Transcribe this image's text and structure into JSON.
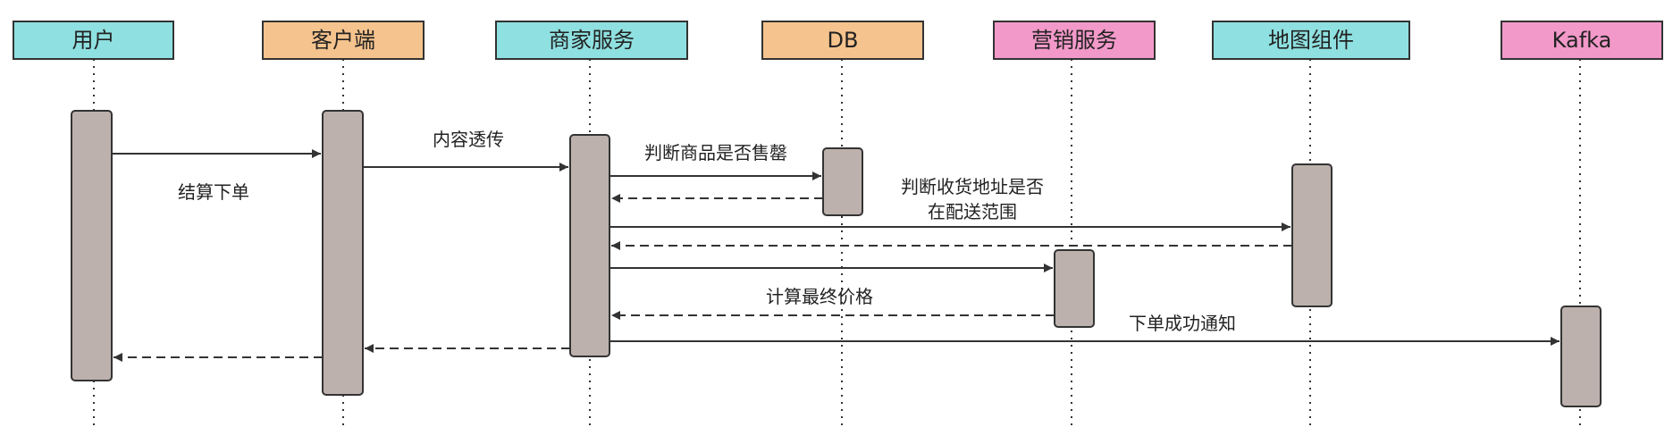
{
  "participants": [
    {
      "id": "user",
      "label": "用户",
      "color": "#8fe0e0"
    },
    {
      "id": "client",
      "label": "客户端",
      "color": "#f5c38d"
    },
    {
      "id": "merchant",
      "label": "商家服务",
      "color": "#8fe0e0"
    },
    {
      "id": "db",
      "label": "DB",
      "color": "#f5c38d"
    },
    {
      "id": "marketing",
      "label": "营销服务",
      "color": "#f299c9"
    },
    {
      "id": "map",
      "label": "地图组件",
      "color": "#8fe0e0"
    },
    {
      "id": "kafka",
      "label": "Kafka",
      "color": "#f299c9"
    }
  ],
  "messages": [
    {
      "id": "checkout",
      "from": "user",
      "to": "client",
      "kind": "sync",
      "label": "结算下单"
    },
    {
      "id": "passthrough",
      "from": "client",
      "to": "merchant",
      "kind": "sync",
      "label": "内容透传"
    },
    {
      "id": "check-stock",
      "from": "merchant",
      "to": "db",
      "kind": "sync",
      "label": "判断商品是否售罄"
    },
    {
      "id": "stock-return",
      "from": "db",
      "to": "merchant",
      "kind": "return",
      "label": ""
    },
    {
      "id": "check-address",
      "from": "merchant",
      "to": "map",
      "kind": "sync",
      "label": "判断收货地址是否",
      "label2": "在配送范围"
    },
    {
      "id": "address-return",
      "from": "map",
      "to": "merchant",
      "kind": "return",
      "label": ""
    },
    {
      "id": "calc-price",
      "from": "merchant",
      "to": "marketing",
      "kind": "sync",
      "label": ""
    },
    {
      "id": "price-return",
      "from": "marketing",
      "to": "merchant",
      "kind": "return",
      "label": "计算最终价格"
    },
    {
      "id": "order-notify",
      "from": "merchant",
      "to": "kafka",
      "kind": "sync",
      "label": "下单成功通知"
    },
    {
      "id": "merchant-return",
      "from": "merchant",
      "to": "client",
      "kind": "return",
      "label": ""
    },
    {
      "id": "client-return",
      "from": "client",
      "to": "user",
      "kind": "return",
      "label": ""
    }
  ],
  "colors": {
    "activation_fill": "#bdb1ad",
    "line": "#333333"
  }
}
